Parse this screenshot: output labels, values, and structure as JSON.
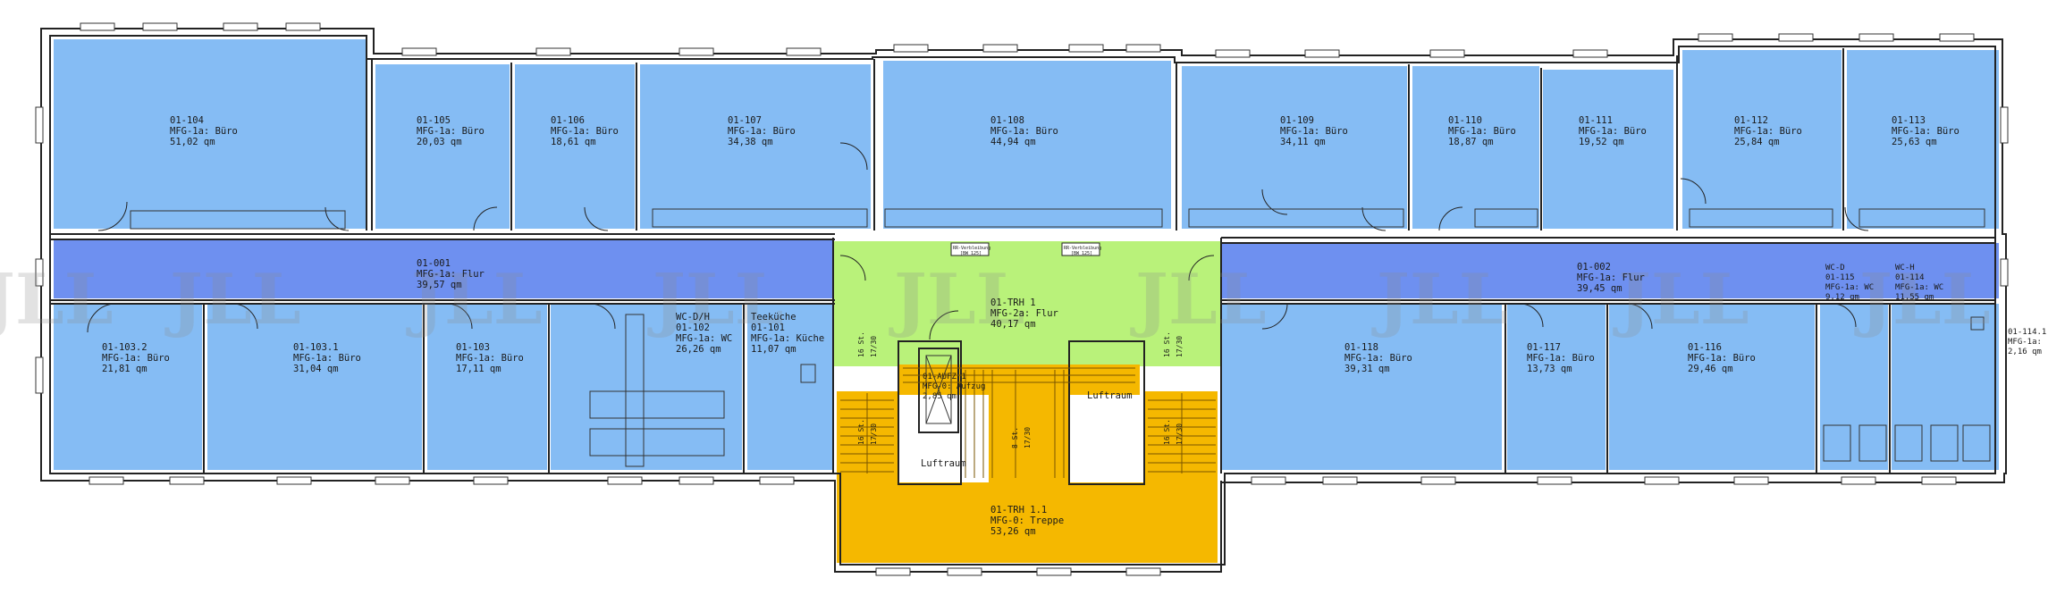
{
  "watermark": {
    "text": "JLL"
  },
  "rooms": {
    "r104": {
      "name": "01-104",
      "use": "MFG-1a: Büro",
      "area": "51,02 qm"
    },
    "r105": {
      "name": "01-105",
      "use": "MFG-1a: Büro",
      "area": "20,03 qm"
    },
    "r106": {
      "name": "01-106",
      "use": "MFG-1a: Büro",
      "area": "18,61 qm"
    },
    "r107": {
      "name": "01-107",
      "use": "MFG-1a: Büro",
      "area": "34,38 qm"
    },
    "r108": {
      "name": "01-108",
      "use": "MFG-1a: Büro",
      "area": "44,94 qm"
    },
    "r109": {
      "name": "01-109",
      "use": "MFG-1a: Büro",
      "area": "34,11 qm"
    },
    "r110": {
      "name": "01-110",
      "use": "MFG-1a: Büro",
      "area": "18,87 qm"
    },
    "r111": {
      "name": "01-111",
      "use": "MFG-1a: Büro",
      "area": "19,52 qm"
    },
    "r112": {
      "name": "01-112",
      "use": "MFG-1a: Büro",
      "area": "25,84 qm"
    },
    "r113": {
      "name": "01-113",
      "use": "MFG-1a: Büro",
      "area": "25,63 qm"
    },
    "f001": {
      "name": "01-001",
      "use": "MFG-1a: Flur",
      "area": "39,57 qm"
    },
    "f002": {
      "name": "01-002",
      "use": "MFG-1a: Flur",
      "area": "39,45 qm"
    },
    "trh1": {
      "name": "01-TRH 1",
      "use": "MFG-2a: Flur",
      "area": "40,17 qm"
    },
    "trh11": {
      "name": "01-TRH 1.1",
      "use": "MFG-0: Treppe",
      "area": "53,26 qm"
    },
    "aufz": {
      "name": "01-AUFZ 1",
      "use": "MFG-0: Aufzug",
      "area": "2,85 qm"
    },
    "r1032": {
      "name": "01-103.2",
      "use": "MFG-1a: Büro",
      "area": "21,81 qm"
    },
    "r1031": {
      "name": "01-103.1",
      "use": "MFG-1a: Büro",
      "area": "31,04 qm"
    },
    "r103": {
      "name": "01-103",
      "use": "MFG-1a: Büro",
      "area": "17,11 qm"
    },
    "r102": {
      "title": "WC-D/H",
      "name": "01-102",
      "use": "MFG-1a: WC",
      "area": "26,26 qm"
    },
    "r101": {
      "title": "Teeküche",
      "name": "01-101",
      "use": "MFG-1a: Küche",
      "area": "11,07 qm"
    },
    "r118": {
      "name": "01-118",
      "use": "MFG-1a: Büro",
      "area": "39,31 qm"
    },
    "r117": {
      "name": "01-117",
      "use": "MFG-1a: Büro",
      "area": "13,73 qm"
    },
    "r116": {
      "name": "01-116",
      "use": "MFG-1a: Büro",
      "area": "29,46 qm"
    },
    "r115": {
      "title": "WC-D",
      "name": "01-115",
      "use": "MFG-1a: WC",
      "area": "9,12 qm"
    },
    "r114": {
      "title": "WC-H",
      "name": "01-114",
      "use": "MFG-1a: WC",
      "area": "11,55 qm"
    },
    "r1141": {
      "name": "01-114.1",
      "use": "MFG-1a:",
      "area": "2,16 qm"
    }
  },
  "labels": {
    "luftraum_left": "Luftraum",
    "luftraum_right": "Luftraum",
    "stair_left_a": "16 St.",
    "stair_left_b": "17/30",
    "stair_left_c": "16 St.",
    "stair_left_d": "17/30",
    "stair_mid_a": "8 St.",
    "stair_mid_b": "17/30",
    "stair_right_a": "16 St.",
    "stair_right_b": "17/30",
    "stair_right_c": "16 St.",
    "stair_right_d": "17/30",
    "sign_left": "RR-Verbleibung",
    "sign_left_b": "[BW 125]",
    "sign_right": "RR-Verbleibung",
    "sign_right_b": "[BW 125]"
  },
  "colors": {
    "office": "#85bcf4",
    "corridor": "#6e90f0",
    "landing": "#b9f27a",
    "stair": "#f5b800",
    "wall": "#222222"
  }
}
